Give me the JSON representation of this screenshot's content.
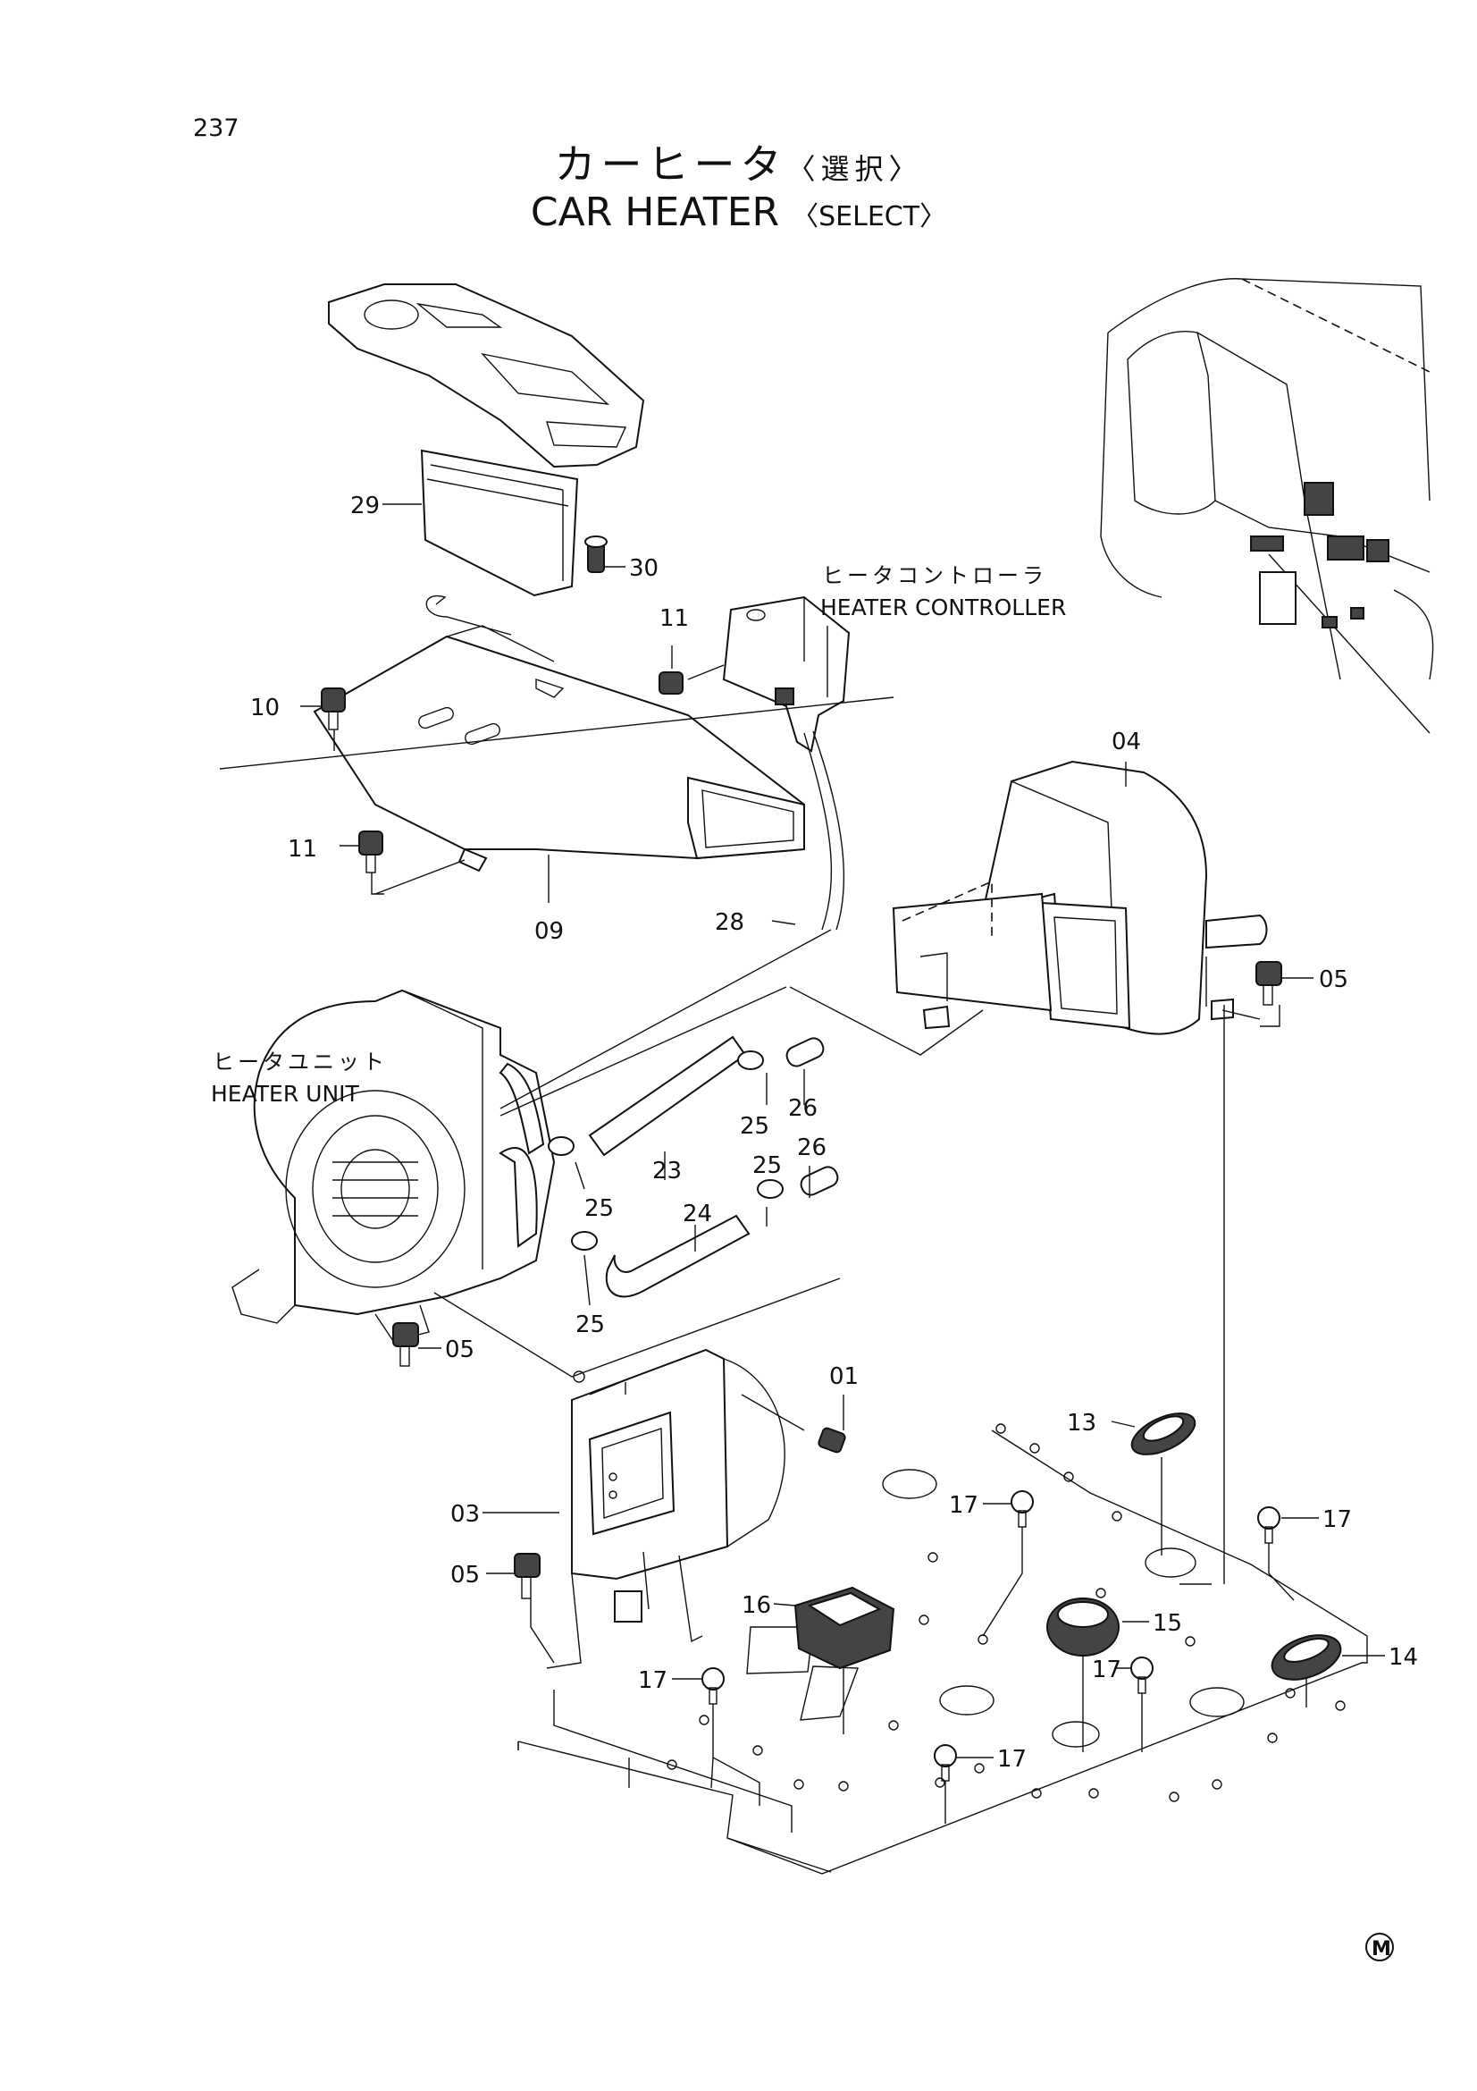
{
  "page": {
    "number": "237"
  },
  "title": {
    "jp": "カーヒータ",
    "jp_note": "〈選択〉",
    "en": "CAR HEATER",
    "en_note": "〈SELECT〉"
  },
  "assemblies": {
    "controller_jp": "ヒータコントローラ",
    "controller_en": "HEATER CONTROLLER",
    "unit_jp": "ヒータユニット",
    "unit_en": "HEATER UNIT"
  },
  "callouts": {
    "p29": "29",
    "p30": "30",
    "p11a": "11",
    "p10": "10",
    "p11b": "11",
    "p09": "09",
    "p04": "04",
    "p28": "28",
    "p05a": "05",
    "p25a": "25",
    "p26a": "26",
    "p23": "23",
    "p25b": "25",
    "p26b": "26",
    "p24": "24",
    "p25c": "25",
    "p25d": "25",
    "p05b": "05",
    "p01": "01",
    "p13": "13",
    "p03": "03",
    "p17a": "17",
    "p17b": "17",
    "p05c": "05",
    "p16": "16",
    "p15": "15",
    "p14": "14",
    "p17c": "17",
    "p17d": "17",
    "p17e": "17"
  },
  "mark": "M"
}
